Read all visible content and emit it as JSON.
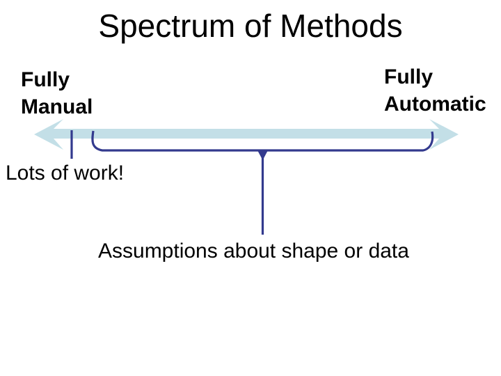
{
  "slide": {
    "title": "Spectrum of Methods",
    "spectrum": {
      "left_end": {
        "line1": "Fully",
        "line2": "Manual"
      },
      "right_end": {
        "line1": "Fully",
        "line2": "Automatic"
      },
      "left_callout": "Lots of work!",
      "range_callout": "Assumptions about shape or data"
    },
    "colors": {
      "background": "#ffffff",
      "text": "#000000",
      "arrow_fill": "#c3dfe7",
      "callout_line": "#333a8e"
    }
  }
}
